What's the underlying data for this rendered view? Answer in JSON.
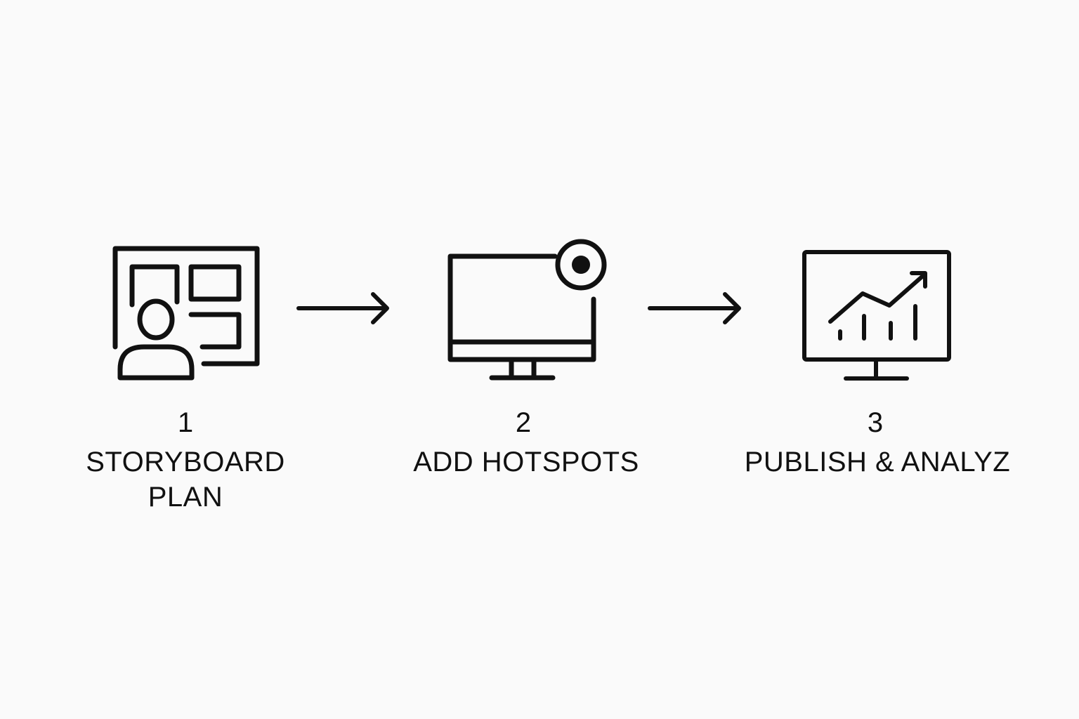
{
  "diagram": {
    "steps": [
      {
        "number": "1",
        "label_line1": "STORYBOARD",
        "label_line2": "PLAN",
        "icon": "storyboard-icon"
      },
      {
        "number": "2",
        "label_line1": "ADD HOTSPOTS",
        "icon": "monitor-hotspot-icon"
      },
      {
        "number": "3",
        "label_line1": "PUBLISH & ANALYZ",
        "icon": "monitor-chart-icon"
      }
    ],
    "connectors": [
      "arrow-right-icon",
      "arrow-right-icon"
    ],
    "colors": {
      "background": "#fafafa",
      "stroke": "#111111"
    }
  }
}
